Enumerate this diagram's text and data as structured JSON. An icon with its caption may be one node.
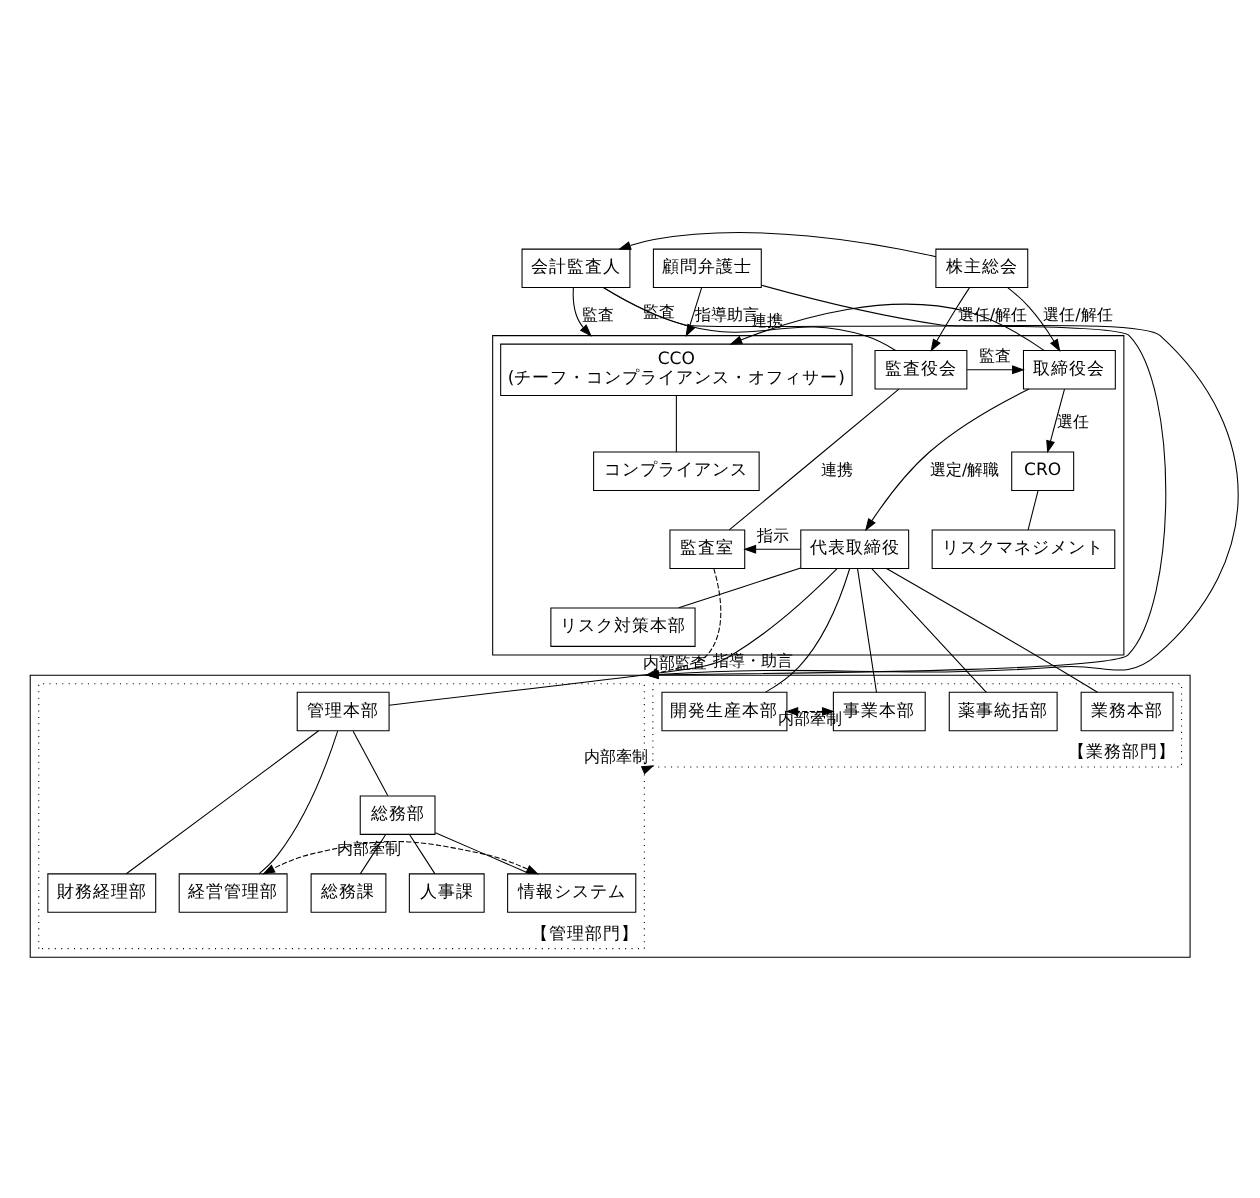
{
  "diagram": {
    "nodes": [
      {
        "text": [
          "株主総会"
        ]
      },
      {
        "text": [],
        "shape": "box"
      },
      {
        "text": [
          "監査役会"
        ],
        "in": 1
      },
      {
        "text": [
          "取締役会"
        ],
        "in": 1
      },
      {
        "text": [
          "CCO",
          "(チーフ・コンプライアンス・オフィサー)"
        ],
        "in": 1
      },
      {
        "text": [
          "コンプライアンス"
        ],
        "in": 1
      },
      {
        "text": [
          "CRO"
        ],
        "in": 1
      },
      {
        "text": [
          "リスクマネジメント"
        ],
        "in": 1
      },
      {
        "text": [
          "監査室"
        ],
        "in": 1
      },
      {
        "text": [
          "代表取締役"
        ],
        "in": 1
      },
      {
        "text": [
          "リスク対策本部"
        ],
        "in": 1
      },
      {
        "text": [
          "会計監査人"
        ]
      },
      {
        "text": [
          "顧問弁護士"
        ]
      },
      {
        "text": [],
        "shape": "box"
      },
      {
        "text": [
          "【管理部門】"
        ],
        "in": 13
      },
      {
        "text": [
          "管理本部"
        ],
        "in": 14
      },
      {
        "text": [
          "総務部"
        ],
        "in": 14
      },
      {
        "text": [
          "情報システム"
        ],
        "in": 14
      },
      {
        "text": [
          "総務課"
        ],
        "in": 14
      },
      {
        "text": [
          "人事課"
        ],
        "in": 14
      },
      {
        "text": [
          "財務経理部"
        ],
        "in": 14
      },
      {
        "text": [
          "経営管理部"
        ],
        "in": 14
      },
      {
        "text": [
          "【業務部門】"
        ],
        "in": 13
      },
      {
        "text": [
          "事業本部"
        ],
        "in": 22
      },
      {
        "text": [
          "薬事統括部"
        ],
        "in": 22
      },
      {
        "text": [
          "業務本部"
        ],
        "in": 22
      },
      {
        "text": [
          "開発生産本部"
        ],
        "in": 22
      }
    ],
    "edges": [
      {
        "from": 0,
        "to": 2,
        "arrow": "to",
        "label": "選任/解任"
      },
      {
        "from": 0,
        "to": 3,
        "arrow": "to",
        "label": "選任/解任"
      },
      {
        "from": 0,
        "to": 11,
        "arrow": "to"
      },
      {
        "from": 2,
        "to": 3,
        "arrow": "to",
        "label": "監査"
      },
      {
        "from": 2,
        "to": 11,
        "arrow": "none",
        "label": "連携"
      },
      {
        "from": 11,
        "to": 1,
        "arrow": "to",
        "label": "監査"
      },
      {
        "from": 2,
        "to": 8,
        "arrow": "none",
        "label": "連携"
      },
      {
        "from": 3,
        "to": 4,
        "arrow": "to"
      },
      {
        "from": 3,
        "to": 6,
        "arrow": "to",
        "label": "選任"
      },
      {
        "from": 4,
        "to": 5,
        "arrow": "none"
      },
      {
        "from": 6,
        "to": 7,
        "arrow": "none"
      },
      {
        "from": 3,
        "to": 9,
        "arrow": "to",
        "label": "選定/解職"
      },
      {
        "from": 9,
        "to": 8,
        "arrow": "to",
        "label": "指示"
      },
      {
        "from": 9,
        "to": 10,
        "arrow": "none"
      },
      {
        "from": 12,
        "to": 1,
        "arrow": "to",
        "label": "指導助言"
      },
      {
        "from": 8,
        "to": 13,
        "arrow": "to",
        "style": "dashed",
        "label": "内部監査"
      },
      {
        "from": 11,
        "to": 13,
        "arrow": "to",
        "label": "監査"
      },
      {
        "from": 12,
        "to": 13,
        "arrow": "to",
        "label": "指導・助言"
      },
      {
        "from": 9,
        "to": 15,
        "arrow": "none"
      },
      {
        "from": 9,
        "to": 23,
        "arrow": "none"
      },
      {
        "from": 9,
        "to": 24,
        "arrow": "none"
      },
      {
        "from": 9,
        "to": 25,
        "arrow": "none"
      },
      {
        "from": 9,
        "to": 26,
        "arrow": "none"
      },
      {
        "from": 15,
        "to": 16,
        "arrow": "none"
      },
      {
        "from": 15,
        "to": 20,
        "arrow": "none"
      },
      {
        "from": 15,
        "to": 21,
        "arrow": "none"
      },
      {
        "from": 16,
        "to": 17,
        "arrow": "none"
      },
      {
        "from": 16,
        "to": 18,
        "arrow": "none"
      },
      {
        "from": 16,
        "to": 19,
        "arrow": "none"
      },
      {
        "from": 17,
        "to": 21,
        "arrow": "both",
        "style": "dashed",
        "label": "内部牽制"
      },
      {
        "from": 23,
        "to": 26,
        "arrow": "both",
        "style": "dashed",
        "label": "内部牽制"
      },
      {
        "from": 14,
        "to": 22,
        "arrow": "to",
        "style": "dashed",
        "label": "内部牽制"
      }
    ]
  }
}
